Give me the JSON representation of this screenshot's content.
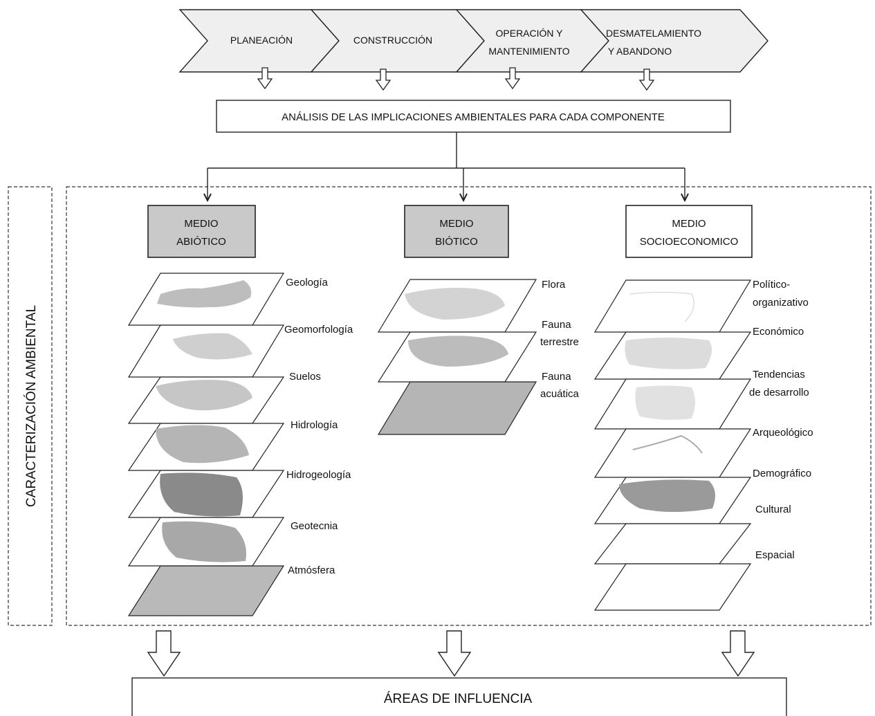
{
  "phases": [
    {
      "line1": "PLANEACIÓN",
      "line2": ""
    },
    {
      "line1": "CONSTRUCCIÓN",
      "line2": ""
    },
    {
      "line1": "OPERACIÓN Y",
      "line2": "MANTENIMIENTO"
    },
    {
      "line1": "DESMATELAMIENTO",
      "line2": "Y ABANDONO"
    }
  ],
  "analysis_title": "ANÁLISIS DE LAS IMPLICACIONES AMBIENTALES PARA CADA COMPONENTE",
  "side_label": "CARACTERIZACIÓN AMBIENTAL",
  "media": [
    {
      "line1": "MEDIO",
      "line2": "ABIÓTICO",
      "fill": "#c9c9c9"
    },
    {
      "line1": "MEDIO",
      "line2": "BIÓTICO",
      "fill": "#c9c9c9"
    },
    {
      "line1": "MEDIO",
      "line2": "SOCIOECONOMICO",
      "fill": "#ffffff"
    }
  ],
  "abiotic_layers": [
    "Geología",
    "Geomorfología",
    "Suelos",
    "Hidrología",
    "Hidrogeología",
    "Geotecnia",
    "Atmósfera"
  ],
  "biotic_layers": [
    {
      "line1": "Flora",
      "line2": ""
    },
    {
      "line1": "Fauna",
      "line2": "terrestre"
    },
    {
      "line1": "Fauna",
      "line2": "acuática"
    }
  ],
  "socio_layers": [
    {
      "line1": "Político-",
      "line2": "organizativo"
    },
    {
      "line1": "Económico",
      "line2": ""
    },
    {
      "line1": "Tendencias",
      "line2": "de desarrollo"
    },
    {
      "line1": "Arqueológico",
      "line2": ""
    },
    {
      "line1": "Demográfico",
      "line2": ""
    },
    {
      "line1": "Cultural",
      "line2": ""
    },
    {
      "line1": "Espacial",
      "line2": ""
    }
  ],
  "areas_title": "ÁREAS DE INFLUENCIA"
}
